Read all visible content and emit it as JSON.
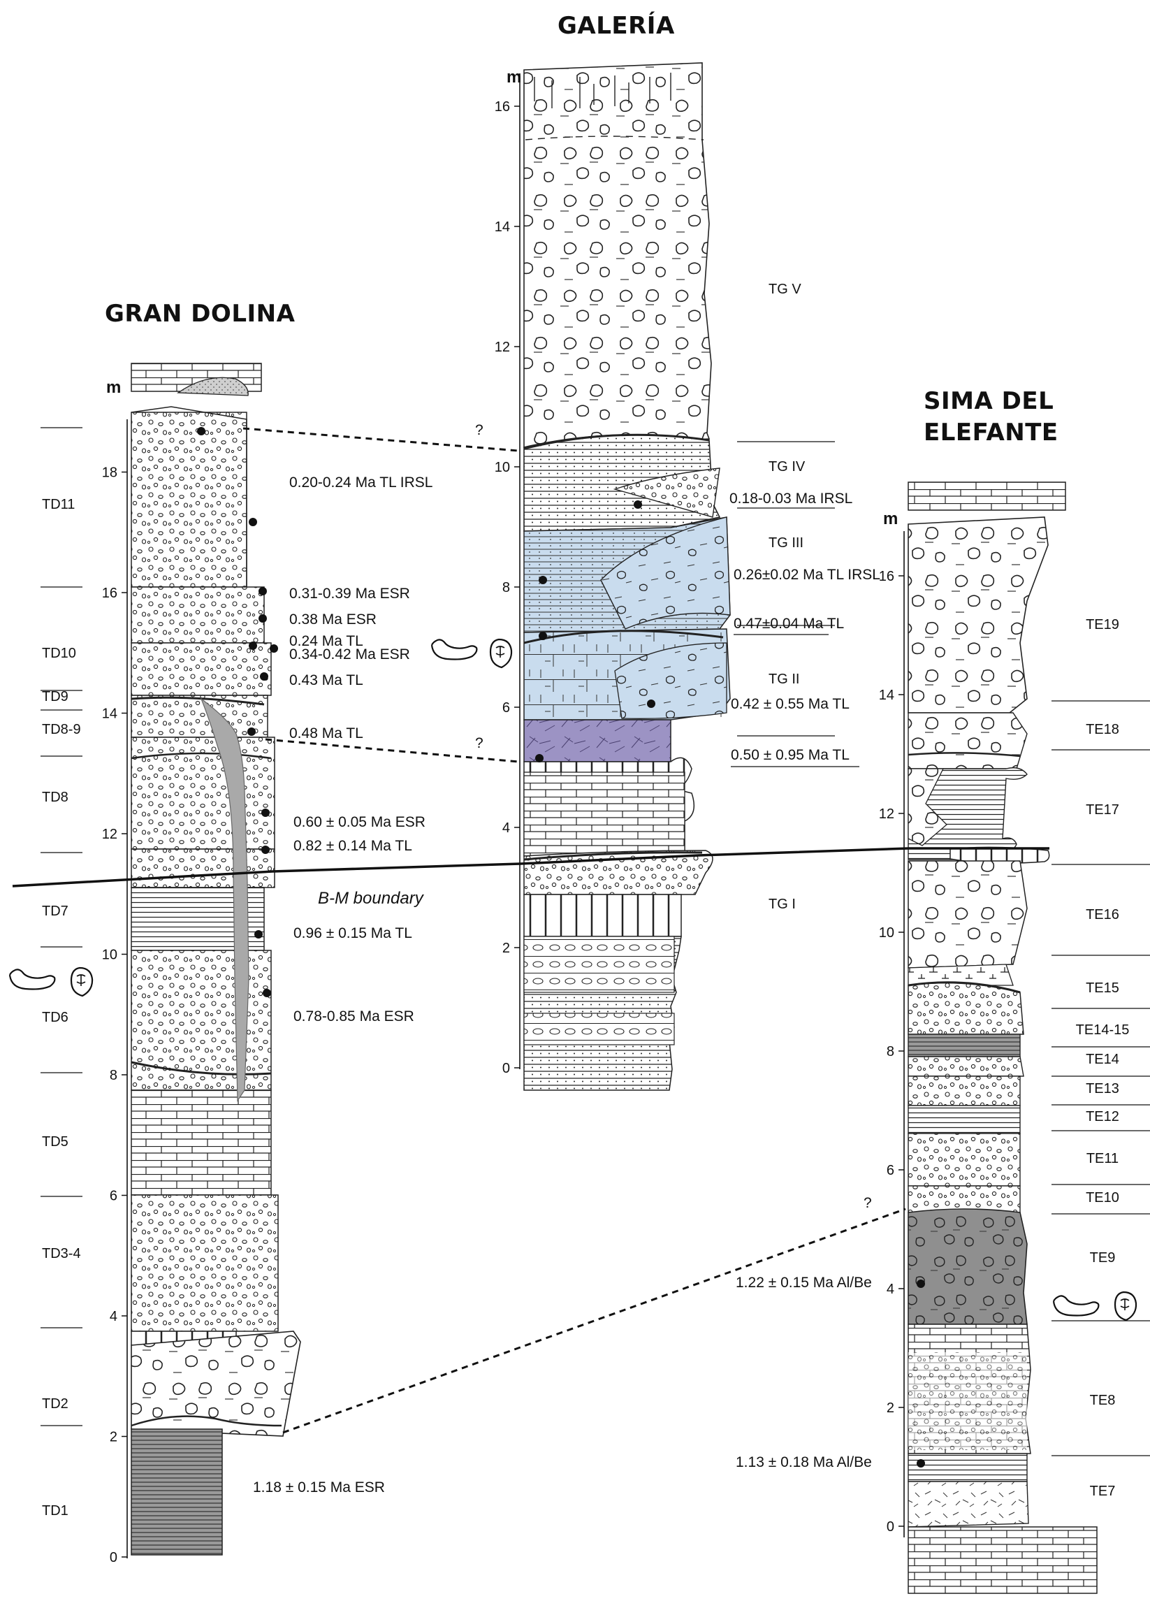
{
  "sections": {
    "gran_dolina": {
      "title": "GRAN DOLINA",
      "axis_unit": "m",
      "ticks": [
        "0",
        "2",
        "4",
        "6",
        "8",
        "10",
        "12",
        "14",
        "16",
        "18"
      ],
      "units": [
        "TD1",
        "TD2",
        "TD3-4",
        "TD5",
        "TD6",
        "TD7",
        "TD8",
        "TD8-9",
        "TD9",
        "TD10",
        "TD11"
      ],
      "dates": [
        "0.20-0.24 Ma TL IRSL",
        "0.31-0.39 Ma ESR",
        "0.38 Ma ESR",
        "0.24 Ma TL",
        "0.34-0.42 Ma ESR",
        "0.43 Ma TL",
        "0.48 Ma TL",
        "0.60 ± 0.05 Ma ESR",
        "0.82 ± 0.14 Ma TL",
        "0.96 ± 0.15 Ma TL",
        "0.78-0.85 Ma ESR",
        "1.18 ± 0.15 Ma ESR"
      ]
    },
    "galeria": {
      "title": "GALERÍA",
      "axis_unit": "m",
      "ticks": [
        "0",
        "2",
        "4",
        "6",
        "8",
        "10",
        "12",
        "14",
        "16"
      ],
      "units": [
        "TG V",
        "TG IV",
        "TG III",
        "TG II",
        "TG I"
      ],
      "dates": [
        "0.18-0.03 Ma IRSL",
        "0.26±0.02 Ma TL IRSL",
        "0.47±0.04 Ma TL",
        "0.42 ± 0.55 Ma TL",
        "0.50 ± 0.95 Ma TL"
      ],
      "question_marks": [
        "?",
        "?"
      ]
    },
    "sima_del_elefante": {
      "title_line1": "SIMA DEL",
      "title_line2": "ELEFANTE",
      "axis_unit": "m",
      "ticks": [
        "0",
        "2",
        "4",
        "6",
        "8",
        "10",
        "12",
        "14",
        "16"
      ],
      "units": [
        "TE19",
        "TE18",
        "TE17",
        "TE16",
        "TE15",
        "TE14-15",
        "TE14",
        "TE13",
        "TE12",
        "TE11",
        "TE10",
        "TE9",
        "TE8",
        "TE7"
      ],
      "dates": [
        "1.22 ± 0.15 Ma Al/Be",
        "1.13 ± 0.18 Ma Al/Be"
      ],
      "question_marks": [
        "?"
      ]
    }
  },
  "boundary_label": "B-M boundary",
  "colors": {
    "light_blue": "#c9dcee",
    "purple": "#9c93c4",
    "dark_gray": "#8f8f8f",
    "flowstone_gray": "#a9a9a9",
    "line": "#111111"
  },
  "icons": [
    "hominin-jaw-icon",
    "hominin-tooth-icon"
  ]
}
